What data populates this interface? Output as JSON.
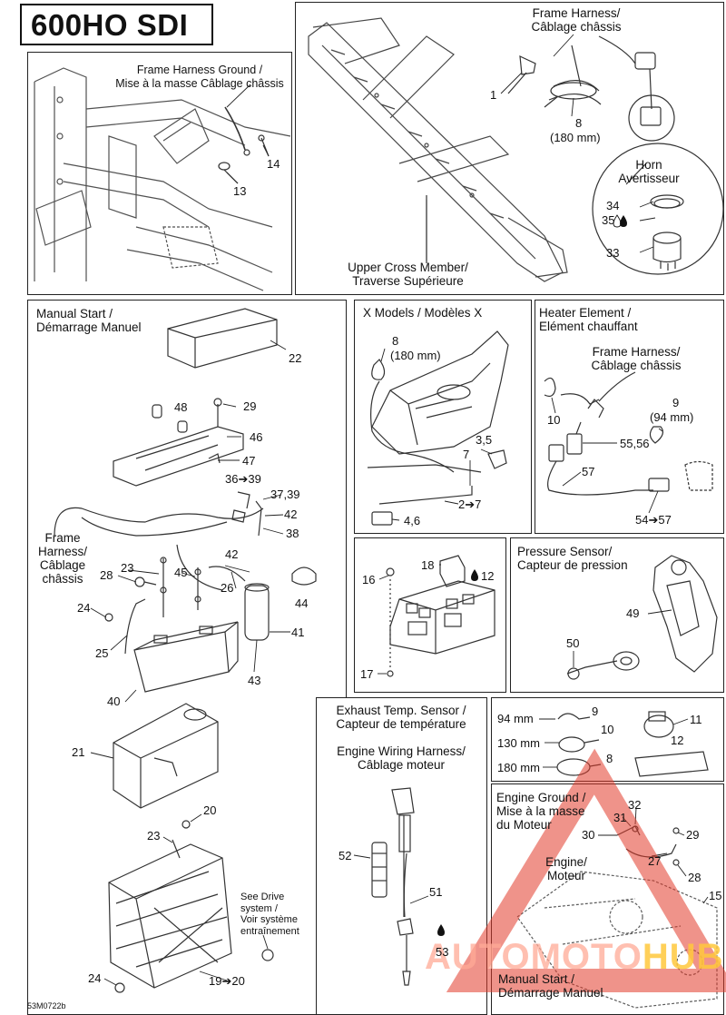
{
  "title": "600HO SDI",
  "reference": "53M0722b",
  "watermark": {
    "part1": "AUTOMOTO",
    "part2": "HUB",
    "color_primary": "#e23a2a",
    "color_secondary": "#f0b020"
  },
  "panels": {
    "frame_ground": {
      "label_line1": "Frame Harness Ground /",
      "label_line2": "Mise à la masse Câblage châssis",
      "parts": [
        "14",
        "13"
      ]
    },
    "frame_top": {
      "label_line1": "Frame Harness/",
      "label_line2": "Câblage châssis",
      "cross_member_line1": "Upper Cross Member/",
      "cross_member_line2": "Traverse Supérieure",
      "horn_line1": "Horn",
      "horn_line2": "Avertisseur",
      "parts": [
        "1",
        "8",
        "34",
        "35",
        "33"
      ],
      "size_180": "(180 mm)"
    },
    "manual_start": {
      "label_line1": "Manual Start /",
      "label_line2": "Démarrage Manuel",
      "harness_line1": "Frame",
      "harness_line2": "Harness/",
      "harness_line3": "Câblage",
      "harness_line4": "châssis",
      "drive_line1": "See Drive",
      "drive_line2": "system /",
      "drive_line3": "Voir système",
      "drive_line4": "entraînement",
      "parts": [
        "22",
        "48",
        "29",
        "46",
        "47",
        "36➔39",
        "37,39",
        "42",
        "38",
        "23",
        "28",
        "45",
        "42",
        "26",
        "44",
        "24",
        "25",
        "41",
        "43",
        "40",
        "21",
        "20",
        "23",
        "24",
        "19➔20"
      ]
    },
    "x_models": {
      "label": "X Models / Modèles X",
      "size_180": "(180 mm)",
      "parts": [
        "8",
        "3,5",
        "7",
        "2➔7",
        "4,6"
      ]
    },
    "heater": {
      "label_line1": "Heater Element /",
      "label_line2": "Elément chauffant",
      "harness_line1": "Frame Harness/",
      "harness_line2": "Câblage châssis",
      "size_94": "(94 mm)",
      "parts": [
        "10",
        "9",
        "55,56",
        "57",
        "54➔57"
      ]
    },
    "fuse_box": {
      "parts": [
        "16",
        "18",
        "12",
        "17"
      ]
    },
    "pressure": {
      "label_line1": "Pressure Sensor/",
      "label_line2": "Capteur de pression",
      "parts": [
        "49",
        "50"
      ]
    },
    "exhaust": {
      "label_line1": "Exhaust Temp. Sensor /",
      "label_line2": "Capteur de température",
      "engine_harness_line1": "Engine Wiring Harness/",
      "engine_harness_line2": "Câblage moteur",
      "parts": [
        "52",
        "51",
        "53"
      ]
    },
    "ties": {
      "rows": [
        {
          "size": "94 mm",
          "part": "9"
        },
        {
          "size": "130 mm",
          "part": "10"
        },
        {
          "size": "180 mm",
          "part": "8"
        }
      ],
      "parts": [
        "11",
        "12"
      ]
    },
    "engine_ground": {
      "label_line1": "Engine Ground /",
      "label_line2": "Mise à la masse",
      "label_line3": "du Moteur",
      "engine_line1": "Engine/",
      "engine_line2": "Moteur",
      "manual_line1": "Manual Start /",
      "manual_line2": "Démarrage Manuel",
      "parts": [
        "31",
        "32",
        "30",
        "29",
        "27",
        "28",
        "15"
      ]
    }
  }
}
